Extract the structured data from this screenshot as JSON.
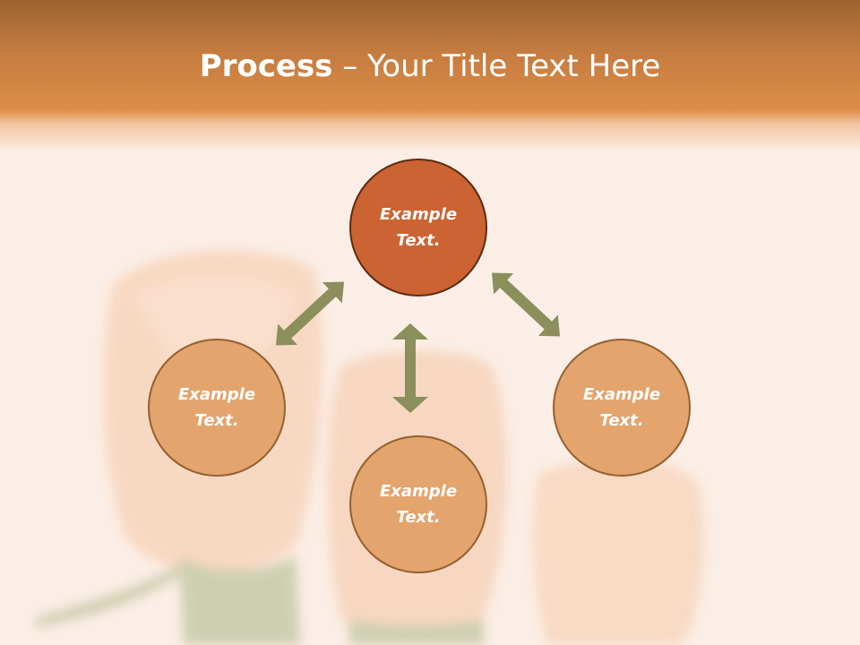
{
  "title": {
    "bold": "Process",
    "rest": " – Your Title Text Here"
  },
  "nodes": {
    "top": {
      "line1": "Example",
      "line2": "Text."
    },
    "left": {
      "line1": "Example",
      "line2": "Text."
    },
    "right": {
      "line1": "Example",
      "line2": "Text."
    },
    "bottom": {
      "line1": "Example",
      "line2": "Text."
    }
  },
  "colors": {
    "title_band": "#dd8d48",
    "top_node": "#cc6332",
    "side_node": "#e3a46e",
    "arrow": "#8b8f5c",
    "background": "#fbeee6"
  }
}
